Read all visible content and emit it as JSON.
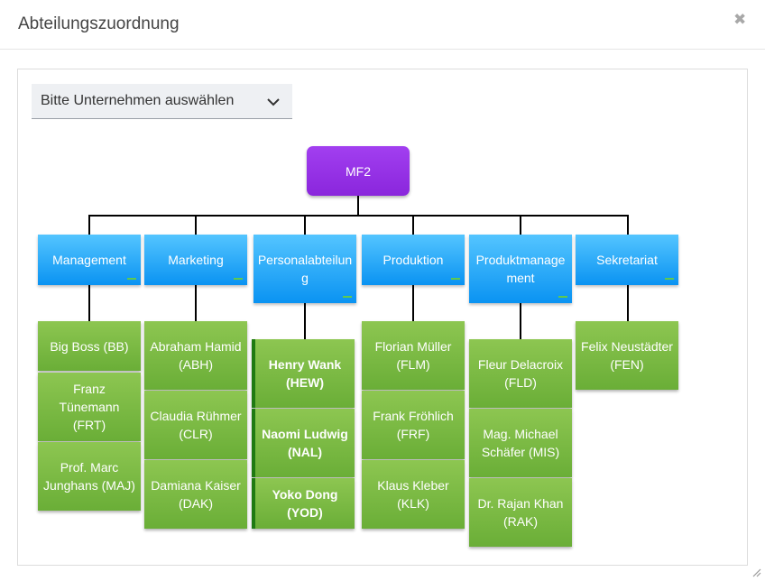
{
  "dialog": {
    "title": "Abteilungszuordnung"
  },
  "company_select": {
    "label": "Bitte Unternehmen auswählen"
  },
  "root": {
    "label": "MF2"
  },
  "departments": [
    {
      "label": "Management",
      "employees": [
        {
          "label": "Big Boss (BB)"
        },
        {
          "label": "Franz Tünemann (FRT)"
        },
        {
          "label": "Prof. Marc Junghans (MAJ)"
        }
      ]
    },
    {
      "label": "Marketing",
      "employees": [
        {
          "label": "Abraham Hamid (ABH)"
        },
        {
          "label": "Claudia Rühmer (CLR)"
        },
        {
          "label": "Damiana Kaiser (DAK)"
        }
      ]
    },
    {
      "label": "Personalabteilung",
      "employees": [
        {
          "label": "Henry Wank (HEW)"
        },
        {
          "label": "Naomi Ludwig (NAL)"
        },
        {
          "label": "Yoko Dong (YOD)"
        }
      ]
    },
    {
      "label": "Produktion",
      "employees": [
        {
          "label": "Florian Müller (FLM)"
        },
        {
          "label": "Frank Fröhlich (FRF)"
        },
        {
          "label": "Klaus Kleber (KLK)"
        }
      ]
    },
    {
      "label": "Produktmanagement",
      "employees": [
        {
          "label": "Fleur Delacroix (FLD)"
        },
        {
          "label": "Mag. Michael Schäfer (MIS)"
        },
        {
          "label": "Dr. Rajan Khan (RAK)"
        }
      ]
    },
    {
      "label": "Sekretariat",
      "employees": [
        {
          "label": "Felix Neustädter (FEN)"
        }
      ]
    }
  ],
  "colors": {
    "root": "#8a26dc",
    "department": "#0a93f2",
    "employee": "#6aae37",
    "selected_marker": "#1f7a12"
  }
}
